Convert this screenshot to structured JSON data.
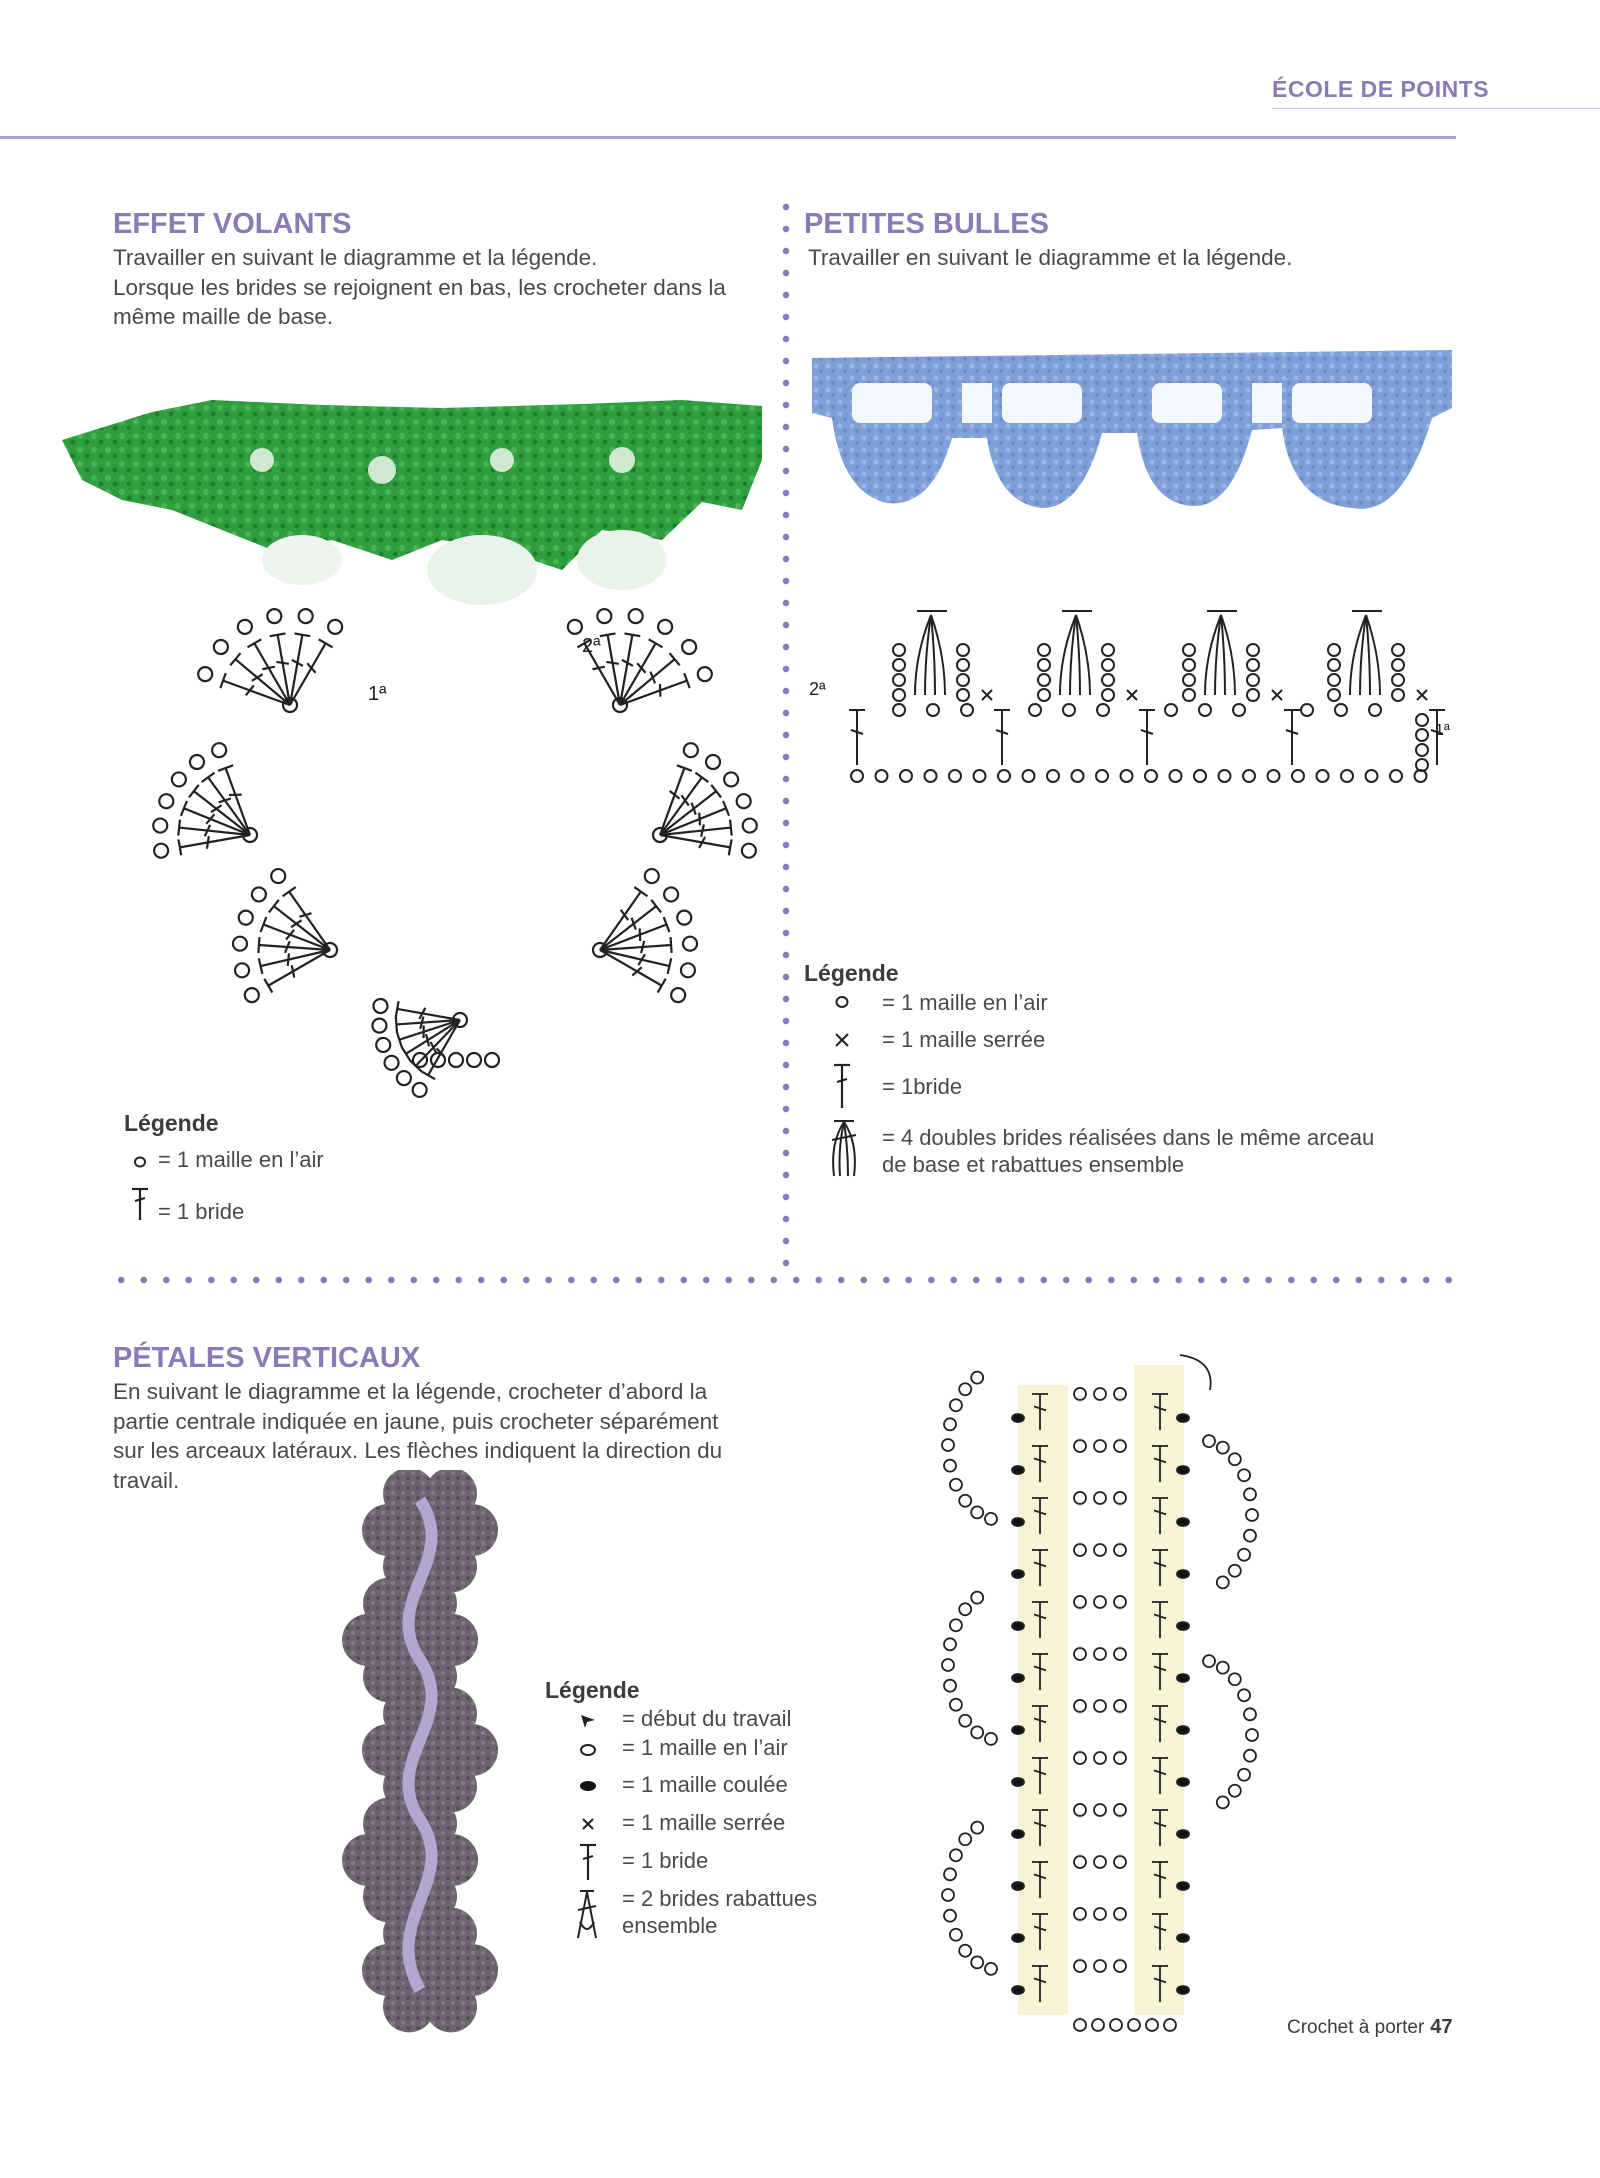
{
  "header": {
    "section_label": "ÉCOLE DE POINTS"
  },
  "effet_volants": {
    "title": "EFFET VOLANTS",
    "text_lines": [
      "Travailler en suivant le diagramme et la légende.",
      "Lorsque les brides se rejoignent en bas, les crocheter dans la",
      "même maille de base."
    ],
    "row_labels": {
      "row1": "1ª",
      "row2": "2ª"
    },
    "legend": {
      "title": "Légende",
      "items": [
        {
          "symbol": "chain-stitch-icon",
          "text": "= 1 maille en l’air"
        },
        {
          "symbol": "treble-icon",
          "text": "= 1 bride"
        }
      ]
    }
  },
  "petites_bulles": {
    "title": "PETITES BULLES",
    "text_lines": [
      "Travailler en suivant le diagramme et la légende."
    ],
    "row_labels": {
      "row1": "1ª",
      "row2": "2ª"
    },
    "legend": {
      "title": "Légende",
      "items": [
        {
          "symbol": "chain-stitch-icon",
          "text": "= 1 maille en l’air"
        },
        {
          "symbol": "single-crochet-icon",
          "text": "= 1 maille serrée"
        },
        {
          "symbol": "treble-icon",
          "text": "= 1bride"
        },
        {
          "symbol": "cluster-icon",
          "text_lines": [
            "= 4 doubles brides réalisées dans le même arceau",
            "de base et rabattues ensemble"
          ]
        }
      ]
    }
  },
  "petales_verticaux": {
    "title": "PÉTALES VERTICAUX",
    "text_lines": [
      "En suivant le diagramme et la légende, crocheter d’abord la",
      "partie centrale indiquée en jaune, puis crocheter séparément",
      "sur les arceaux latéraux. Les flèches indiquent la direction du",
      "travail."
    ],
    "legend": {
      "title": "Légende",
      "items": [
        {
          "symbol": "start-arrow-icon",
          "text": "= début du travail"
        },
        {
          "symbol": "chain-stitch-icon",
          "text": "= 1 maille en l’air"
        },
        {
          "symbol": "slip-stitch-icon",
          "text": "= 1 maille coulée"
        },
        {
          "symbol": "single-crochet-icon",
          "text": "= 1 maille serrée"
        },
        {
          "symbol": "treble-icon",
          "text": "= 1 bride"
        },
        {
          "symbol": "two-treble-cluster-icon",
          "text_lines": [
            "= 2 brides rabattues",
            "ensemble"
          ]
        }
      ]
    }
  },
  "colors": {
    "accent": "#8a7bb7",
    "green_lace": "#2e9e3e",
    "blue_lace": "#7f9fd8",
    "mauve_lace": "#6e6470",
    "ribbon": "#b3a6d1",
    "highlight_yellow": "#f6f3d6"
  },
  "footer": {
    "magazine": "Crochet à porter",
    "page_number": "47"
  }
}
